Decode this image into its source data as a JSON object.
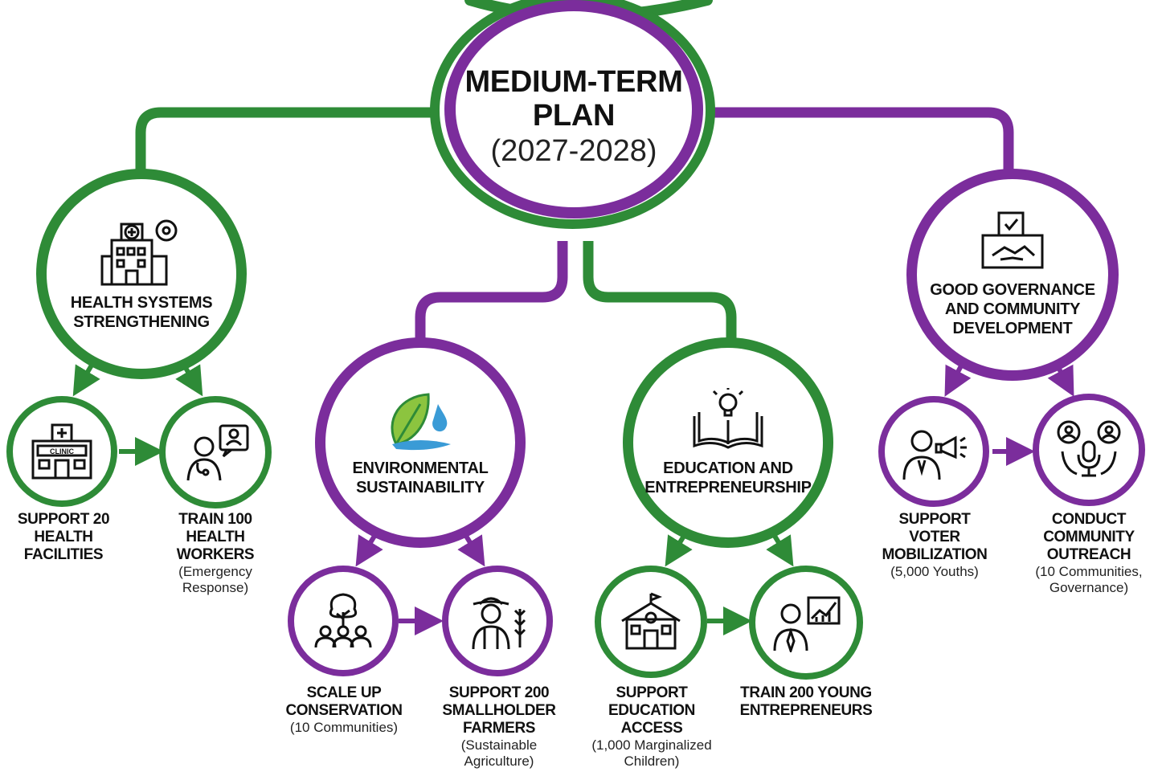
{
  "center": {
    "title_line1": "MEDIUM-TERM",
    "title_line2": "PLAN",
    "years": "(2027-2028)"
  },
  "pillars": {
    "health": {
      "title": "HEALTH SYSTEMS STRENGTHENING",
      "icon": "hospital-icon"
    },
    "environment": {
      "title": "ENVIRONMENTAL SUSTAINABILITY",
      "icon": "leaf-water-icon"
    },
    "education": {
      "title": "EDUCATION AND ENTREPRENEURSHIP",
      "icon": "book-lightbulb-icon"
    },
    "governance": {
      "title": "GOOD GOVERNANCE AND COMMUNITY DEVELOPMENT",
      "icon": "ballot-box-handshake-icon"
    }
  },
  "actions": {
    "support_facilities": {
      "title": "SUPPORT 20 HEALTH FACILITIES",
      "detail": "",
      "icon": "clinic-icon",
      "icon_text": "CLINIC"
    },
    "train_health_workers": {
      "title": "TRAIN 100 HEALTH WORKERS",
      "detail": "(Emergency Response)",
      "icon": "health-worker-icon"
    },
    "scale_conservation": {
      "title": "SCALE UP CONSERVATION",
      "detail": "(10 Communities)",
      "icon": "tree-community-icon"
    },
    "support_farmers": {
      "title": "SUPPORT 200 SMALLHOLDER FARMERS",
      "detail": "(Sustainable Agriculture)",
      "icon": "farmer-icon"
    },
    "support_education": {
      "title": "SUPPORT EDUCATION ACCESS",
      "detail": "(1,000 Marginalized Children)",
      "icon": "school-icon"
    },
    "train_entrepreneurs": {
      "title": "TRAIN 200 YOUNG ENTREPRENEURS",
      "detail": "",
      "icon": "entrepreneur-chart-icon"
    },
    "voter_mobilization": {
      "title": "SUPPORT VOTER MOBILIZATION",
      "detail": "(5,000 Youths)",
      "icon": "megaphone-person-icon"
    },
    "community_outreach": {
      "title": "CONDUCT COMMUNITY OUTREACH",
      "detail": "(10 Communities, Governance)",
      "icon": "microphone-people-icon"
    }
  },
  "colors": {
    "green": "#2e8b37",
    "purple": "#7b2d9c"
  }
}
